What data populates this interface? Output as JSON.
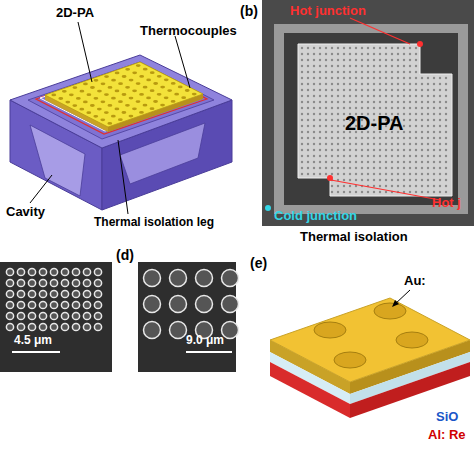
{
  "diagram": {
    "labels": [
      "2D-PA",
      "Thermocouples",
      "Cavity",
      "Thermal isolation leg",
      "(b)",
      "Hot junction",
      "2D-PA",
      "Cold junction",
      "Hot j",
      "Thermal isolation",
      "4.5 μm",
      "(d)",
      "9.0 μm",
      "(e)",
      "Au:",
      "SiO",
      "Al: Re"
    ]
  }
}
